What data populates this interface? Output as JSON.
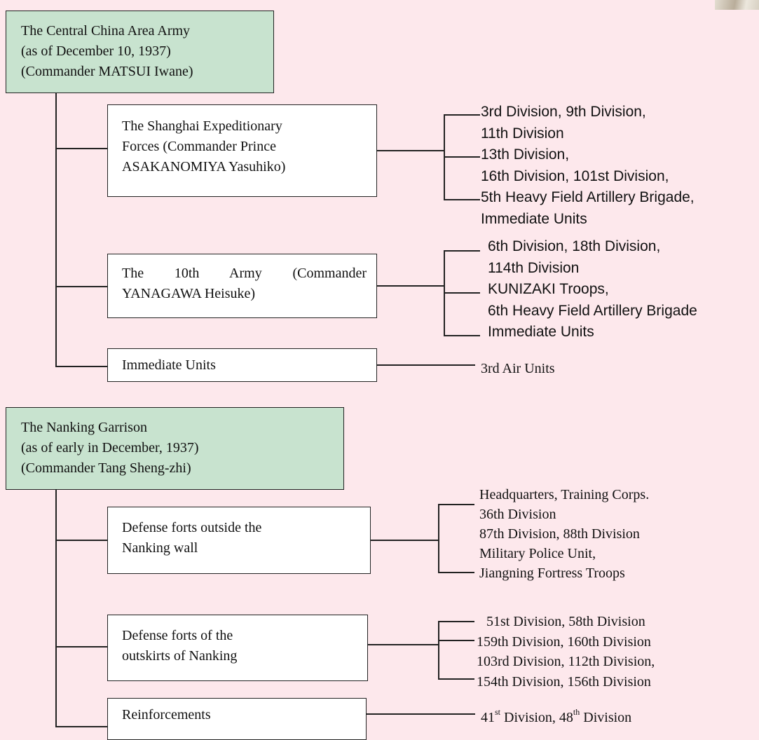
{
  "colors": {
    "background": "#fde8ec",
    "root_box": "#c8e3cf",
    "unit_box": "#ffffff",
    "line": "#222222"
  },
  "diagram1": {
    "root": {
      "lines": [
        "The Central China Area Army",
        "(as of December 10, 1937)",
        "(Commander MATSUI Iwane)"
      ]
    },
    "branches": [
      {
        "box": [
          "The Shanghai Expeditionary",
          "Forces (Commander Prince",
          "ASAKANOMIYA Yasuhiko)"
        ],
        "units": [
          "3rd Division, 9th Division,",
          "11th Division",
          "13th Division,",
          "16th Division, 101st Division,",
          "5th Heavy Field Artillery Brigade,",
          "Immediate Units"
        ]
      },
      {
        "box": [
          "The 10th Army (Commander",
          "YANAGAWA Heisuke)"
        ],
        "units": [
          "6th Division, 18th Division,",
          "114th Division",
          "KUNIZAKI Troops,",
          "6th Heavy Field Artillery Brigade",
          "Immediate Units"
        ]
      },
      {
        "box": [
          "Immediate Units"
        ],
        "units": [
          "3rd Air Units"
        ]
      }
    ]
  },
  "diagram2": {
    "root": {
      "lines": [
        "The Nanking Garrison",
        "(as of early in December, 1937)",
        "(Commander Tang Sheng-zhi)"
      ]
    },
    "branches": [
      {
        "box": [
          "Defense forts outside the",
          "Nanking wall"
        ],
        "units": [
          "Headquarters, Training Corps.",
          "36th Division",
          "87th Division, 88th Division",
          "Military Police Unit,",
          "Jiangning Fortress Troops"
        ]
      },
      {
        "box": [
          "Defense forts of the",
          "outskirts of Nanking"
        ],
        "units": [
          "51st Division, 58th Division",
          "159th Division, 160th Division",
          "103rd Division, 112th Division,",
          "154th Division, 156th Division"
        ]
      },
      {
        "box": [
          "Reinforcements"
        ],
        "units": {
          "a_number": "41",
          "a_suffix": "st",
          "a_text": " Division, ",
          "b_number": "48",
          "b_suffix": "th",
          "b_text": " Division"
        }
      }
    ]
  }
}
